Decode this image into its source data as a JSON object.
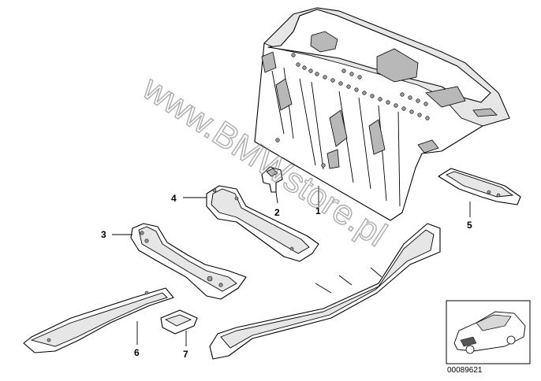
{
  "callouts": [
    "1",
    "2",
    "3",
    "4",
    "5",
    "6",
    "7"
  ],
  "watermark_text": "www.BMWstore.pl",
  "reference_code": "00089621",
  "icon": "car-thumbnail-icon"
}
